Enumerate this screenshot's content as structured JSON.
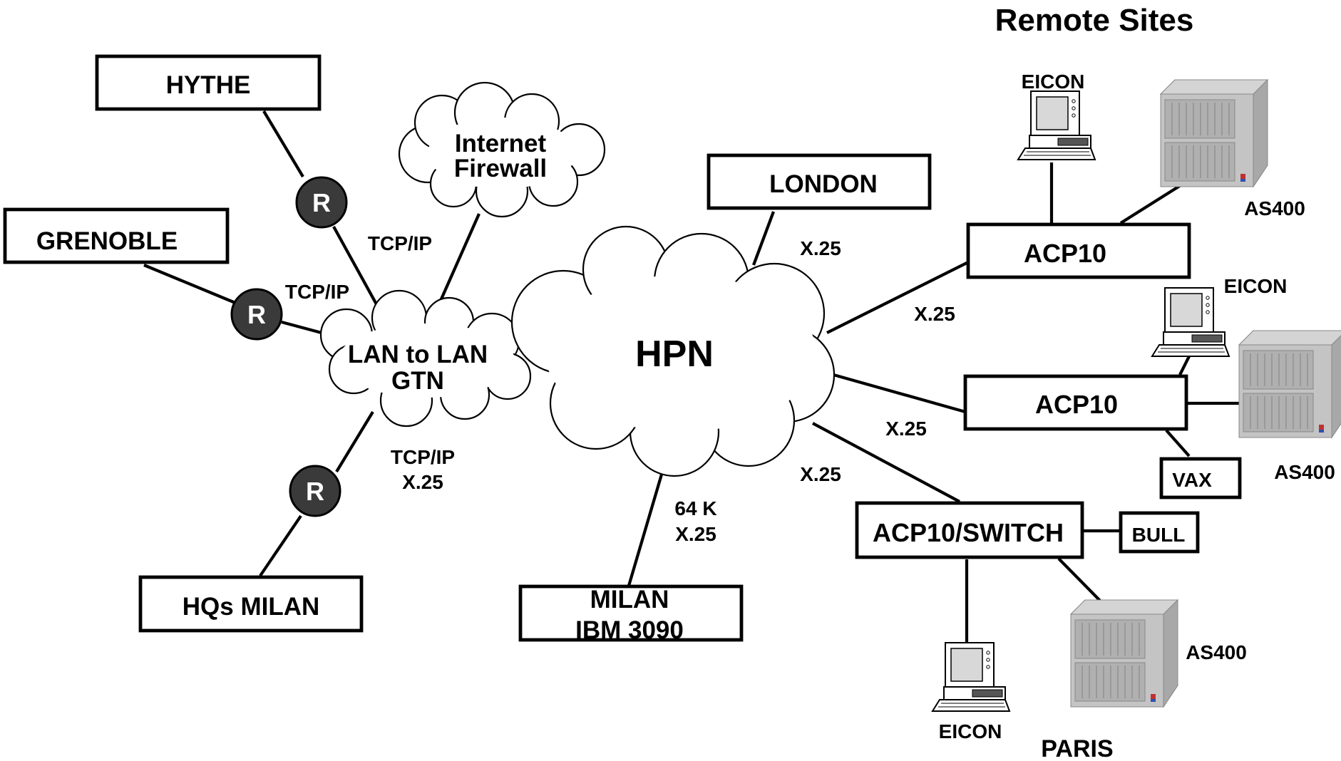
{
  "title": "Remote Sites",
  "sites": {
    "hythe": "HYTHE",
    "grenoble": "GRENOBLE",
    "hq_milan": "HQs MILAN",
    "london": "LONDON",
    "milan_ibm": [
      "MILAN",
      "IBM 3090"
    ]
  },
  "clouds": {
    "internet_firewall": [
      "Internet",
      "Firewall"
    ],
    "lan_gtn": [
      "LAN to LAN",
      "GTN"
    ],
    "hpn": "HPN"
  },
  "router_label": "R",
  "links": {
    "tcpip_hythe": "TCP/IP",
    "tcpip_grenoble": "TCP/IP",
    "hq_link": [
      "TCP/IP",
      "X.25"
    ],
    "london_x25": "X.25",
    "milan_link": [
      "64 K",
      "X.25"
    ],
    "acp1_x25": "X.25",
    "acp2_x25": "X.25",
    "switch_x25": "X.25"
  },
  "remote": {
    "acp10_top": "ACP10",
    "acp10_mid": "ACP10",
    "acp10_switch": "ACP10/SWITCH",
    "vax": "VAX",
    "bull": "BULL",
    "eicon_1": "EICON",
    "eicon_2": "EICON",
    "eicon_3": "EICON",
    "as400_1": "AS400",
    "as400_2": "AS400",
    "as400_3": "AS400",
    "paris": "PARIS"
  }
}
